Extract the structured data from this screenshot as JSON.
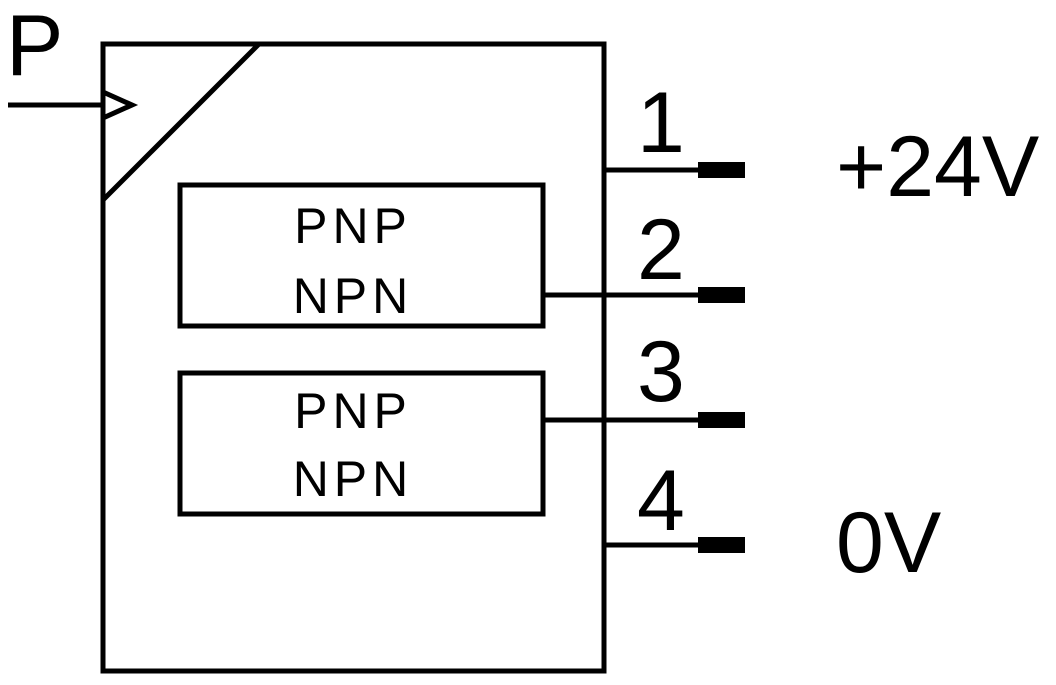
{
  "input_label": "P",
  "output_boxes": [
    {
      "line1": "PNP",
      "line2": "NPN"
    },
    {
      "line1": "PNP",
      "line2": "NPN"
    }
  ],
  "pins": [
    {
      "number": "1",
      "signal": "+24V"
    },
    {
      "number": "2",
      "signal": ""
    },
    {
      "number": "3",
      "signal": ""
    },
    {
      "number": "4",
      "signal": "0V"
    }
  ],
  "colors": {
    "line": "#000000",
    "background": "#ffffff"
  }
}
